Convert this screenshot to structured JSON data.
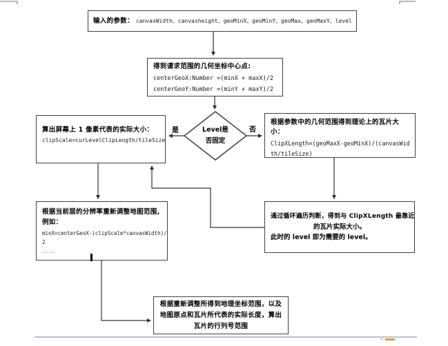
{
  "colors": {
    "border": "#404040",
    "arrow": "#303030",
    "status_bar": "#b7c3cf",
    "accent_orange": "#e09c3c",
    "corner_mark": "#9e9e9e"
  },
  "flowchart": {
    "input": {
      "label": "输入的参数：",
      "params": "canvasWidth、canvasheight、geoMinX、geoMinY、geoMax、geoMaxY、level"
    },
    "center_point": {
      "title": "得到请求范围的几何坐标中心点:",
      "code": "centerGeoX:Number =(minX + maxX)/2\ncenterGeoY:Number =(minY + maxY)/2"
    },
    "decision": {
      "text": "Level是\n否固定",
      "yes_label": "是",
      "no_label": "否"
    },
    "screen_pixel": {
      "title": "算出屏幕上 1 像素代表的实际大小：",
      "code": "clipScale=curLevelClipLength/tileSize"
    },
    "theory_tile": {
      "title": "根据参数中的几何范围得到理论上的瓦片大小：",
      "code": "ClipXLength=(geoMaxX-geoMinX)/(canvasWid\nth/tileSize)"
    },
    "loop_judge": {
      "line1": "通过循环遍历判断，得到与 ClipXLength 最靠近",
      "line2": "的瓦片实际大小。",
      "line3": "此时的 level 即为需要的 level。"
    },
    "adjust_extent": {
      "title": "根据当前层的分辨率重新调整地图范围,\n例如：",
      "code": "minX=centerGeoX-(clipScale*canvasWidth)/\n2\n...."
    },
    "row_col": {
      "text": "根据重新调整所得到地理坐标范围，以及\n地图原点和瓦片所代表的实际长度，算出\n瓦片的行列号范围"
    }
  }
}
